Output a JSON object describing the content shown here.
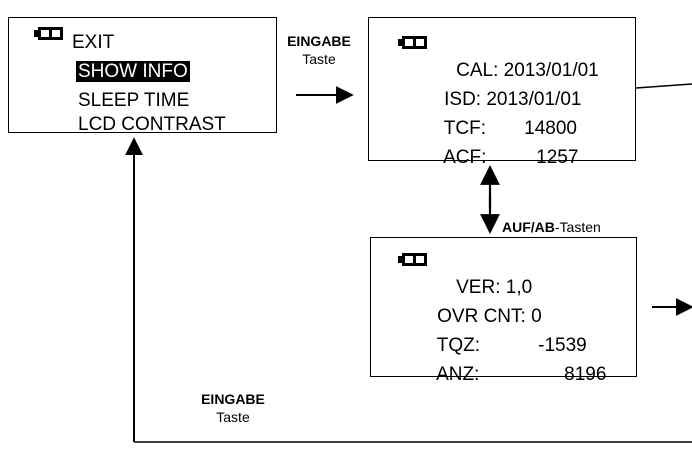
{
  "menu": {
    "items": [
      {
        "label": "EXIT",
        "selected": false
      },
      {
        "label": "SHOW INFO",
        "selected": true
      },
      {
        "label": "SLEEP TIME",
        "selected": false
      },
      {
        "label": "LCD CONTRAST",
        "selected": false
      }
    ]
  },
  "info_page_1": {
    "lines": [
      {
        "label": "CAL:",
        "value": "2013/01/01"
      },
      {
        "label": "ISD:",
        "value": "2013/01/01"
      },
      {
        "label": "TCF:",
        "value": "14800"
      },
      {
        "label": "ACF:",
        "value": "1257"
      }
    ]
  },
  "info_page_2": {
    "lines": [
      {
        "label": "VER:",
        "value": "1,0"
      },
      {
        "label": "OVR CNT:",
        "value": "0"
      },
      {
        "label": "TQZ:",
        "value": "-1539"
      },
      {
        "label": "ANZ:",
        "value": "8196"
      }
    ]
  },
  "captions": {
    "enter_top": {
      "bold": "EINGABE",
      "normal": "Taste"
    },
    "updown": {
      "bold": "AUF/AB",
      "normal": "-Tasten"
    },
    "enter_bottom": {
      "bold": "EINGABE",
      "normal": "Taste"
    }
  },
  "icons": {
    "battery": "battery-icon"
  }
}
